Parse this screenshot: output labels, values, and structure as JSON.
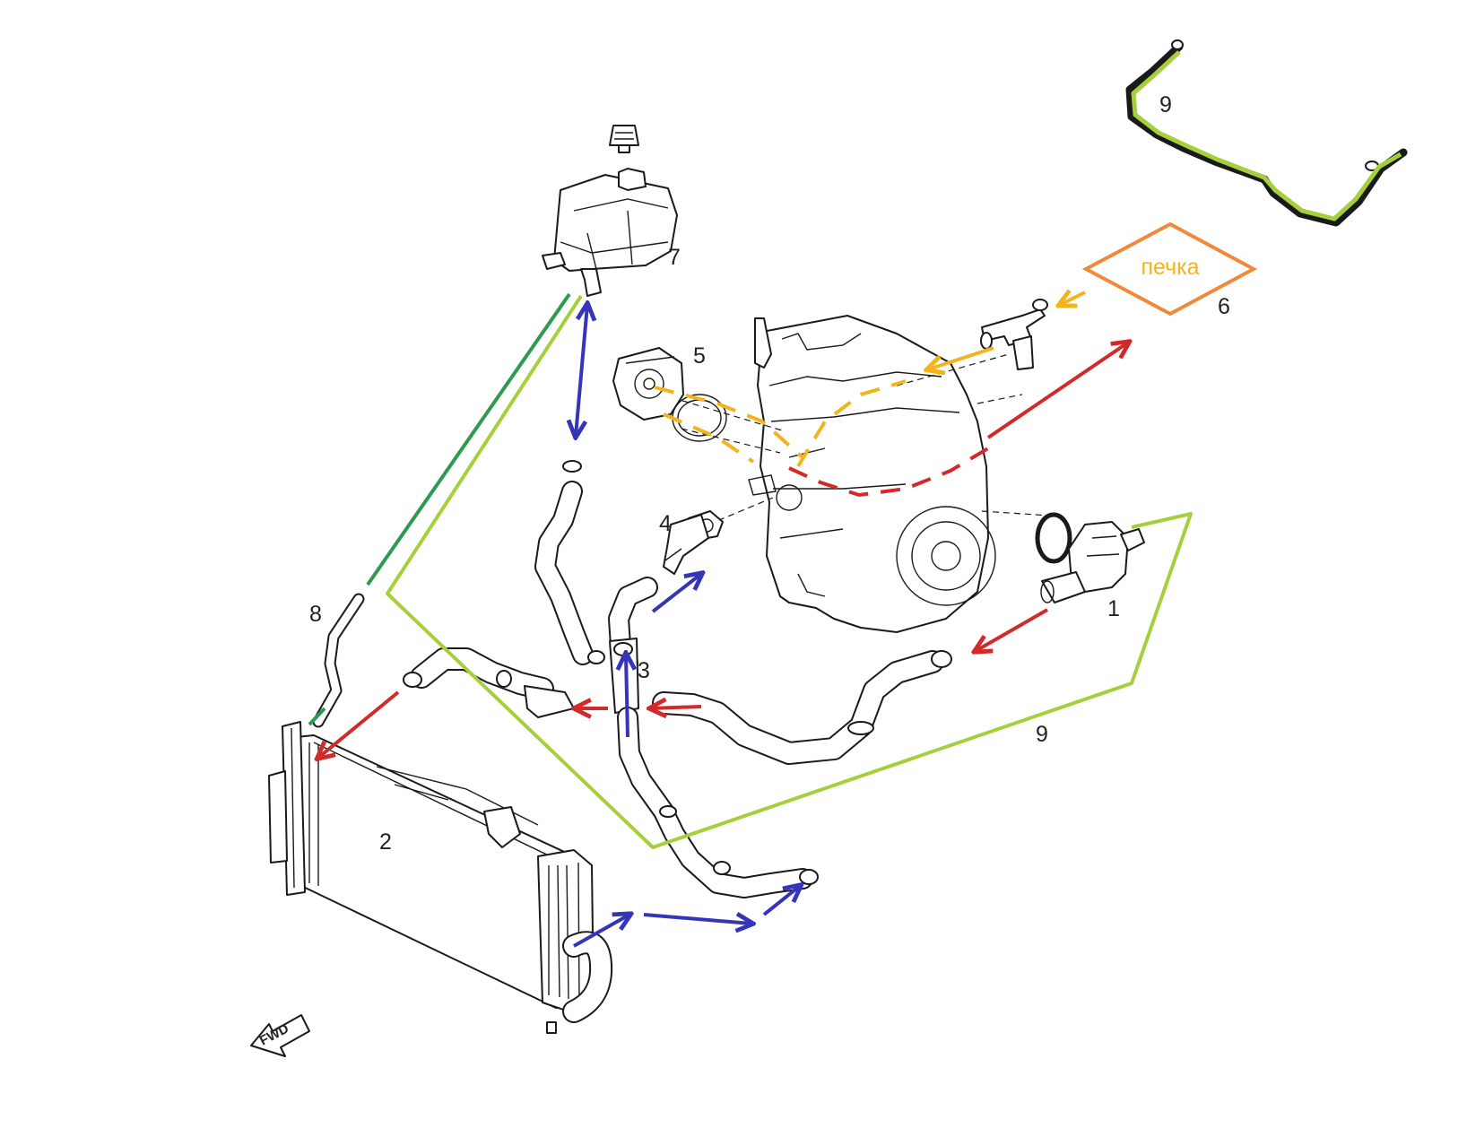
{
  "labels": {
    "thermostat_housing": "1",
    "radiator": "2",
    "tee_fitting": "3",
    "thermostat": "4",
    "water_pump": "5",
    "heater_number": "6",
    "expansion_tank": "7",
    "overflow_hose": "8",
    "bypass_hose_main": "9",
    "bypass_hose_inset": "9",
    "heater_box": "печка",
    "fwd": "FWD"
  },
  "colors": {
    "hot_flow": "#d22a2a",
    "cold_flow": "#3535b8",
    "heater_flow": "#f2b41c",
    "heater_box": "#f0893a",
    "overflow_line": "#2e9a4e",
    "bypass_line": "#a6cf3c"
  },
  "icons": {
    "fwd": "fwd-arrow-icon"
  }
}
